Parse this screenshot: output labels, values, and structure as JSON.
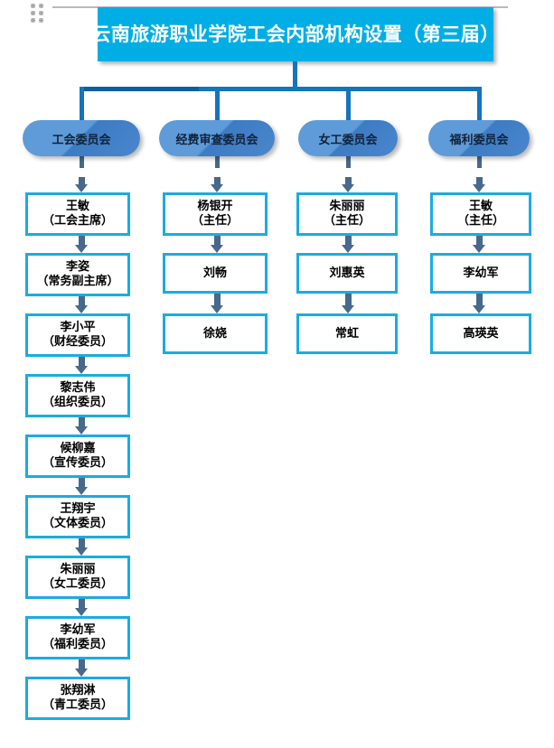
{
  "header": {
    "title": "云南旅游职业学院工会内部机构设置（第三届）",
    "accent_color": "#00AEE5"
  },
  "style": {
    "box_border_color": "#1BABE0",
    "pill_color": "#5E9BD8",
    "connector_color": "#1474BC",
    "arrow_color": "#46698C"
  },
  "columns": [
    {
      "committee": "工会委员会",
      "members": [
        {
          "name": "王敏",
          "role": "（工会主席）"
        },
        {
          "name": "李姿",
          "role": "（常务副主席）"
        },
        {
          "name": "李小平",
          "role": "（财经委员）"
        },
        {
          "name": "黎志伟",
          "role": "（组织委员）"
        },
        {
          "name": "候柳嘉",
          "role": "（宣传委员）"
        },
        {
          "name": "王翔宇",
          "role": "（文体委员）"
        },
        {
          "name": "朱丽丽",
          "role": "（女工委员）"
        },
        {
          "name": "李幼军",
          "role": "（福利委员）"
        },
        {
          "name": "张翔淋",
          "role": "（青工委员）"
        }
      ]
    },
    {
      "committee": "经费审查委员会",
      "members": [
        {
          "name": "杨银开",
          "role": "（主任）"
        },
        {
          "name": "刘畅",
          "role": ""
        },
        {
          "name": "徐娆",
          "role": ""
        }
      ]
    },
    {
      "committee": "女工委员会",
      "members": [
        {
          "name": "朱丽丽",
          "role": "（主任）"
        },
        {
          "name": "刘惠英",
          "role": ""
        },
        {
          "name": "常虹",
          "role": ""
        }
      ]
    },
    {
      "committee": "福利委员会",
      "members": [
        {
          "name": "王敏",
          "role": "（主任）"
        },
        {
          "name": "李幼军",
          "role": ""
        },
        {
          "name": "高瑛英",
          "role": ""
        }
      ]
    }
  ]
}
